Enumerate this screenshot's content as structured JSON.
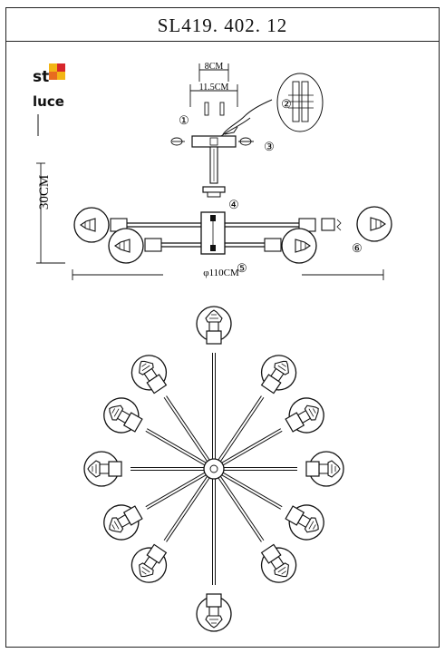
{
  "title": "SL419. 402. 12",
  "logo": {
    "line1": "st",
    "line2": "luce",
    "icon": "st-luce-logo",
    "colors": [
      "#d7262b",
      "#f3b515",
      "#e86b1f"
    ]
  },
  "dimensions": {
    "canopy_inner": "8CM",
    "canopy_outer": "11.5CM",
    "height": "30CM",
    "diameter": "φ110CM"
  },
  "callouts": [
    "①",
    "②",
    "③",
    "④",
    "⑤",
    "⑥"
  ],
  "icons": [
    "rotate-arrow-icon",
    "screw-icon",
    "wire-connector-icon",
    "bulb-icon"
  ]
}
